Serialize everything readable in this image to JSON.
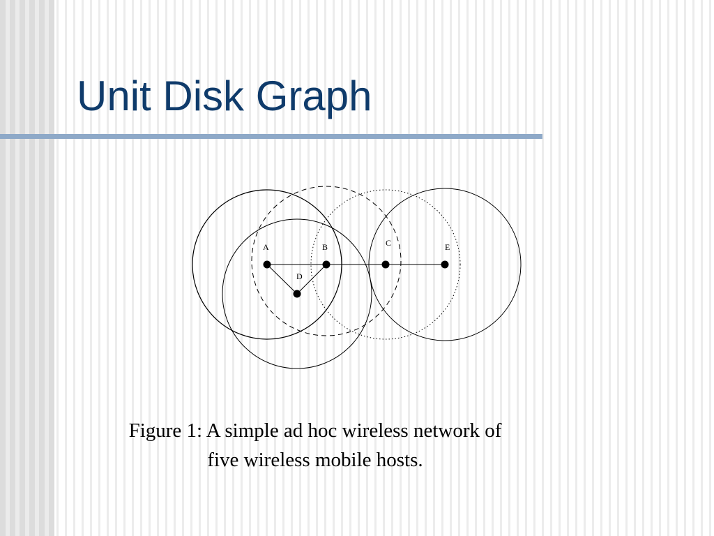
{
  "slide": {
    "title": "Unit Disk Graph",
    "accent_color": "#0f3b6b",
    "rule_color": "#8ea9c8"
  },
  "diagram": {
    "nodes": [
      {
        "id": "A",
        "label": "A",
        "range_style": "solid"
      },
      {
        "id": "B",
        "label": "B",
        "range_style": "dashed"
      },
      {
        "id": "C",
        "label": "C",
        "range_style": "dotted"
      },
      {
        "id": "D",
        "label": "D",
        "range_style": "solid"
      },
      {
        "id": "E",
        "label": "E",
        "range_style": "solid"
      }
    ],
    "edges": [
      [
        "A",
        "B"
      ],
      [
        "B",
        "C"
      ],
      [
        "C",
        "E"
      ],
      [
        "A",
        "D"
      ],
      [
        "B",
        "D"
      ]
    ]
  },
  "caption": {
    "line1": "Figure 1: A simple ad hoc wireless network of",
    "line2": "five wireless mobile hosts."
  }
}
